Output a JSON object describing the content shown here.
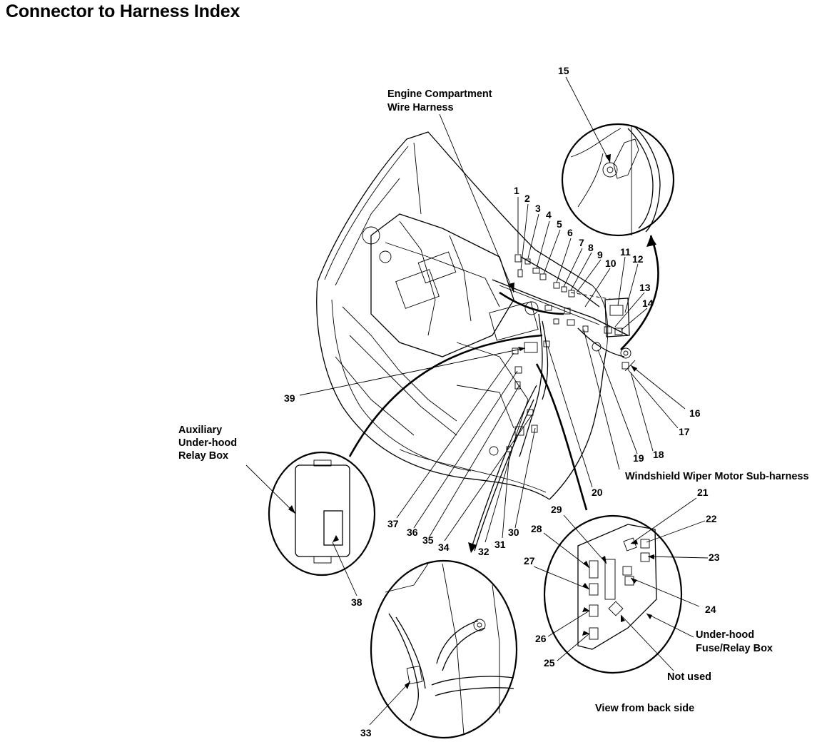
{
  "title": "Connector to Harness Index",
  "labels": {
    "engine_harness_line1": "Engine Compartment",
    "engine_harness_line2": "Wire Harness",
    "aux_relay_line1": "Auxiliary",
    "aux_relay_line2": "Under-hood",
    "aux_relay_line3": "Relay Box",
    "wiper_subharness": "Windshield Wiper Motor Sub-harness",
    "fuse_box_line1": "Under-hood",
    "fuse_box_line2": "Fuse/Relay Box",
    "not_used": "Not used",
    "view_back": "View from back side"
  },
  "connectors": [
    "1",
    "2",
    "3",
    "4",
    "5",
    "6",
    "7",
    "8",
    "9",
    "10",
    "11",
    "12",
    "13",
    "14",
    "15",
    "16",
    "17",
    "18",
    "19",
    "20",
    "21",
    "22",
    "23",
    "24",
    "25",
    "26",
    "27",
    "28",
    "29",
    "30",
    "31",
    "32",
    "33",
    "34",
    "35",
    "36",
    "37",
    "38",
    "39"
  ]
}
